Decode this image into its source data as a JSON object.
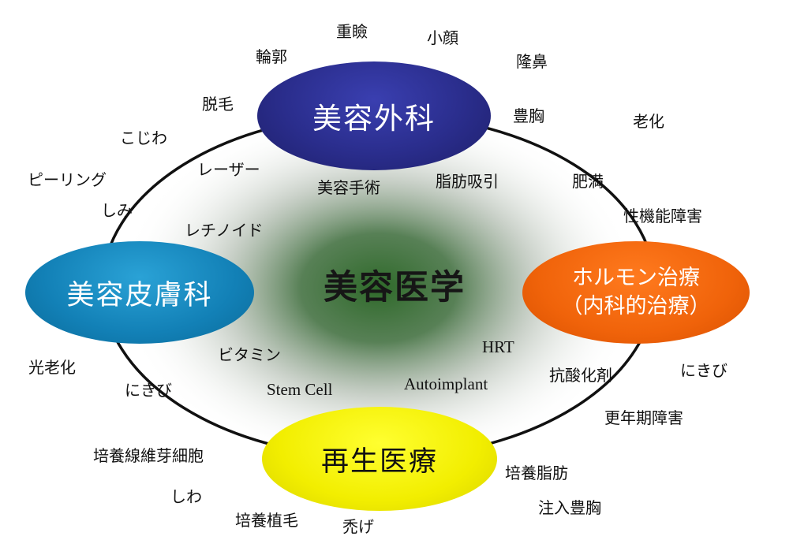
{
  "center": {
    "title": "美容医学"
  },
  "nodes": {
    "top": "美容外科",
    "left": "美容皮膚科",
    "right_line1": "ホルモン治療",
    "right_line2": "（内科的治療）",
    "bottom": "再生医療"
  },
  "labels": {
    "juuken": "重瞼",
    "kogao": "小顔",
    "rinkaku": "輪郭",
    "ryuubi": "隆鼻",
    "datsumou": "脱毛",
    "houkyou": "豊胸",
    "rouka": "老化",
    "kojiwa": "こじわ",
    "laser": "レーザー",
    "biyou_shujutsu": "美容手術",
    "shibou_kyuuin": "脂肪吸引",
    "himan": "肥満",
    "peeling": "ピーリング",
    "shimi": "しみ",
    "seikinou_shougai": "性機能障害",
    "retinoid": "レチノイド",
    "hikari_rouka": "光老化",
    "vitamin": "ビタミン",
    "hrt": "HRT",
    "nikibi_left": "にきび",
    "stem_cell": "Stem Cell",
    "autoimplant": "Autoimplant",
    "kousankazai": "抗酸化剤",
    "nikibi_right": "にきび",
    "kounenki_shougai": "更年期障害",
    "baiyou_sengaiga": "培養線維芽細胞",
    "baiyou_shibou": "培養脂肪",
    "shiwa": "しわ",
    "chuunyuu_houkyou": "注入豊胸",
    "baiyou_shokumou": "培養植毛",
    "hage": "禿げ"
  },
  "colors": {
    "top_node": "#2a2d8c",
    "left_node": "#1280b6",
    "right_node": "#f0630a",
    "bottom_node": "#f2ee00",
    "center_glow": "#2f6a2a",
    "ring": "#111111"
  }
}
